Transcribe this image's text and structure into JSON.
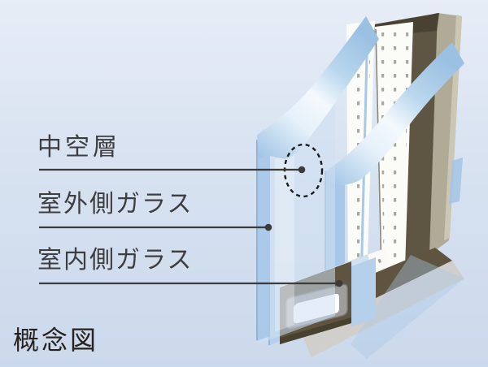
{
  "figure": {
    "type": "insulated-double-glazing-cutaway",
    "callouts": [
      {
        "id": "air-layer",
        "label": "中空層"
      },
      {
        "id": "outer-glass",
        "label": "室外側ガラス"
      },
      {
        "id": "inner-glass",
        "label": "室内側ガラス"
      }
    ],
    "caption": "概念図"
  },
  "colors": {
    "background_top": "#e7edf7",
    "background_bottom": "#cbd9ec",
    "glass_blue": "#a9c8e8",
    "glass_ribbon_highlight": "#f4f9fd",
    "frame_sealant_brown": "#5f5543",
    "frame_beige": "#b0aa96",
    "spacer_gray": "#9e9e9c",
    "spacer_core_white": "#ffffff",
    "dotted_strip_white": "#fbfbf8",
    "dot_gray": "#a9a8a0",
    "label_text": "#3e3e40",
    "caption_text": "#27221e",
    "leader_line": "#3b3b3b",
    "annotation_dash": "#1c1c1c"
  }
}
